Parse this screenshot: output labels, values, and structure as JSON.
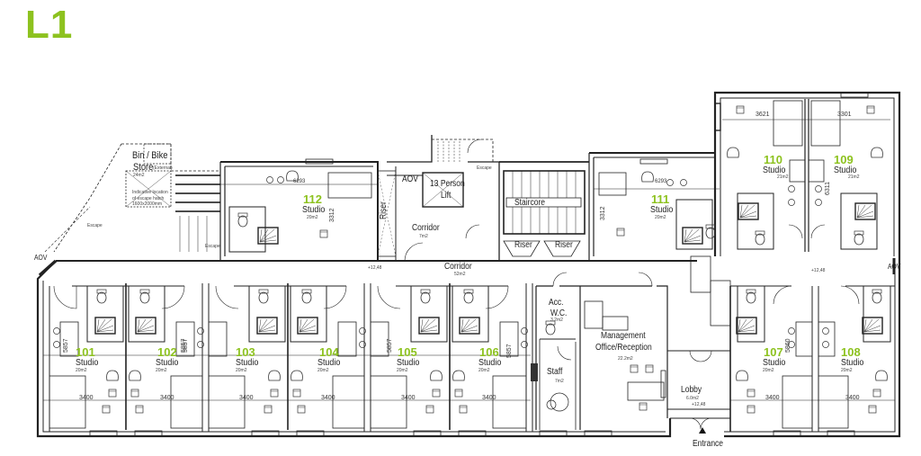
{
  "level": {
    "title": "L1",
    "color": "#8dc21f"
  },
  "rooms": {
    "r101": {
      "number": "101",
      "type": "Studio",
      "area": "20m2",
      "width_dim": "3400",
      "depth_dim": "5857"
    },
    "r102": {
      "number": "102",
      "type": "Studio",
      "area": "20m2",
      "width_dim": "3400",
      "depth_dim": "5857"
    },
    "r103": {
      "number": "103",
      "type": "Studio",
      "area": "20m2",
      "width_dim": "3400",
      "depth_dim": "5857"
    },
    "r104": {
      "number": "104",
      "type": "Studio",
      "area": "20m2",
      "width_dim": "3400"
    },
    "r105": {
      "number": "105",
      "type": "Studio",
      "area": "20m2",
      "width_dim": "3400",
      "depth_dim": "5857"
    },
    "r106": {
      "number": "106",
      "type": "Studio",
      "area": "20m2",
      "width_dim": "3400",
      "depth_dim": "5857"
    },
    "r107": {
      "number": "107",
      "type": "Studio",
      "area": "20m2",
      "width_dim": "3400",
      "depth_dim": "5860"
    },
    "r108": {
      "number": "108",
      "type": "Studio",
      "area": "20m2",
      "width_dim": "3400"
    },
    "r109": {
      "number": "109",
      "type": "Studio",
      "area": "21m2",
      "width_dim": "3301",
      "depth_dim": "6311"
    },
    "r110": {
      "number": "110",
      "type": "Studio",
      "area": "21m2",
      "width_dim": "3621"
    },
    "r111": {
      "number": "111",
      "type": "Studio",
      "area": "20m2",
      "width_dim": "6293",
      "depth_dim": "3312"
    },
    "r112": {
      "number": "112",
      "type": "Studio",
      "area": "20m2",
      "width_dim": "6293",
      "depth_dim": "3312"
    }
  },
  "spaces": {
    "bin_store": {
      "name_line1": "Bin / Bike",
      "name_line2": "Store",
      "note": "(External)",
      "area": "24m2",
      "annotation": "Indicative location of escape hatch 1600x2000mm"
    },
    "corridor_upper": {
      "name": "Corridor",
      "area": "7m2"
    },
    "corridor_main": {
      "name": "Corridor",
      "area": "52m2",
      "level": "+12,48"
    },
    "lift": {
      "name_line1": "13 Person",
      "name_line2": "Lift"
    },
    "staircore": {
      "name": "Staircore"
    },
    "riser_left": {
      "name": "Riser"
    },
    "riser_mid": {
      "name": "Riser"
    },
    "riser_right": {
      "name": "Riser"
    },
    "aov_top": {
      "name": "AOV"
    },
    "aov_left": {
      "name": "AOV"
    },
    "aov_right": {
      "name": "AOV"
    },
    "escape_1": {
      "name": "Escape"
    },
    "escape_2": {
      "name": "Escape"
    },
    "escape_3": {
      "name": "Escape"
    },
    "acc_wc": {
      "name_line1": "Acc.",
      "name_line2": "W.C.",
      "area": "3.2m2"
    },
    "staff": {
      "name": "Staff",
      "area": "7m2"
    },
    "management": {
      "name_line1": "Management",
      "name_line2": "Office/Reception",
      "area": "22.2m2"
    },
    "lobby": {
      "name": "Lobby",
      "area": "6.0m2",
      "level": "+12,48"
    },
    "entrance": {
      "name": "Entrance"
    },
    "right_level": {
      "level": "+12,48"
    }
  }
}
